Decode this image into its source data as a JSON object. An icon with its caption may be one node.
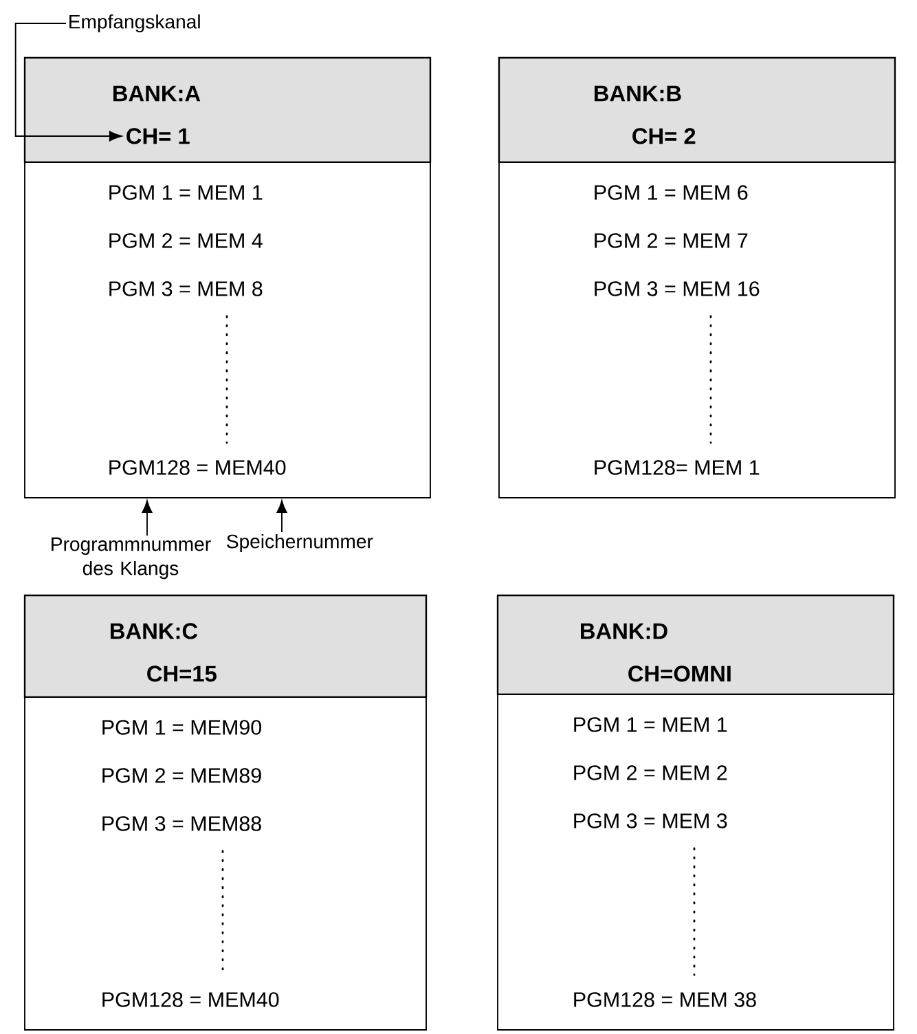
{
  "diagram": {
    "nodes": [
      {
        "text": [
          "Empfangskanal"
        ]
      },
      {
        "text": [
          "BANK:A"
        ]
      },
      {
        "text": [
          "CH= 1"
        ],
        "in": 1
      },
      {
        "text": [
          "PGM 1 = MEM 1",
          "PGM 2 = MEM 4",
          "PGM 3 = MEM 8",
          "PGM128 = MEM40"
        ]
      },
      {
        "text": [
          "BANK:B"
        ]
      },
      {
        "text": [
          "CH= 2"
        ],
        "in": 4
      },
      {
        "text": [
          "PGM 1 = MEM 6",
          "PGM 2 = MEM 7",
          "PGM 3 = MEM 16",
          "PGM128= MEM 1"
        ]
      },
      {
        "text": [
          "Programmnummer des Klangs"
        ]
      },
      {
        "text": [
          "Speichernummer"
        ]
      },
      {
        "text": [
          "BANK:C"
        ]
      },
      {
        "text": [
          "CH=15"
        ],
        "in": 9
      },
      {
        "text": [
          "PGM 1 = MEM90",
          "PGM 2 = MEM89",
          "PGM 3 = MEM88",
          "PGM128 = MEM40"
        ]
      },
      {
        "text": [
          "BANK:D"
        ]
      },
      {
        "text": [
          "CH=OMNI"
        ],
        "in": 12
      },
      {
        "text": [
          "PGM 1 = MEM 1",
          "PGM 2 = MEM 2",
          "PGM 3 = MEM 3",
          "PGM128 = MEM 38"
        ]
      }
    ],
    "edges": [
      {
        "from": 0,
        "to": 2,
        "arrow": "to"
      },
      {
        "from": 7,
        "to": 3,
        "arrow": "to"
      },
      {
        "from": 8,
        "to": 3,
        "arrow": "to"
      }
    ]
  }
}
